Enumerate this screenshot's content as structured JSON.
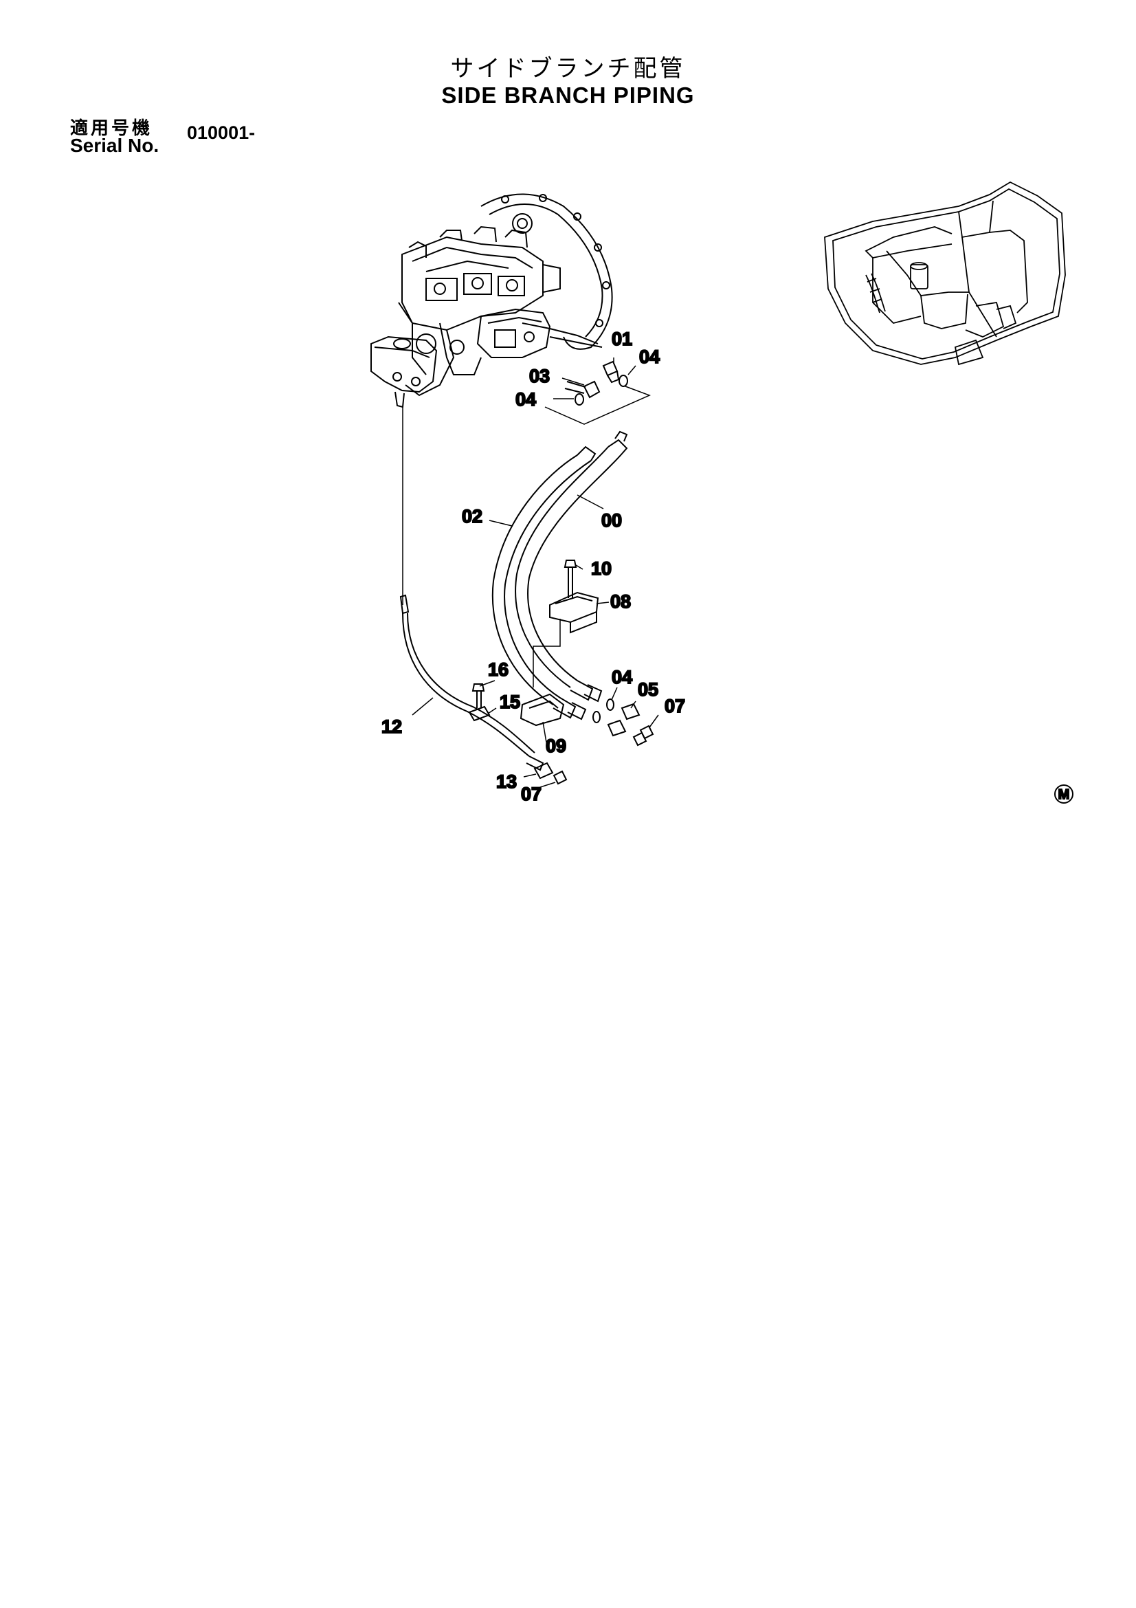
{
  "title": {
    "japanese": "サイドブランチ配管",
    "english": "SIDE BRANCH PIPING"
  },
  "serial": {
    "label_jp": "適用号機",
    "label_en": "Serial No.",
    "range": "010001-"
  },
  "callouts": [
    "01",
    "04",
    "03",
    "04",
    "02",
    "00",
    "10",
    "08",
    "16",
    "04",
    "05",
    "07",
    "15",
    "12",
    "09",
    "13",
    "07"
  ],
  "corner_mark": "M"
}
